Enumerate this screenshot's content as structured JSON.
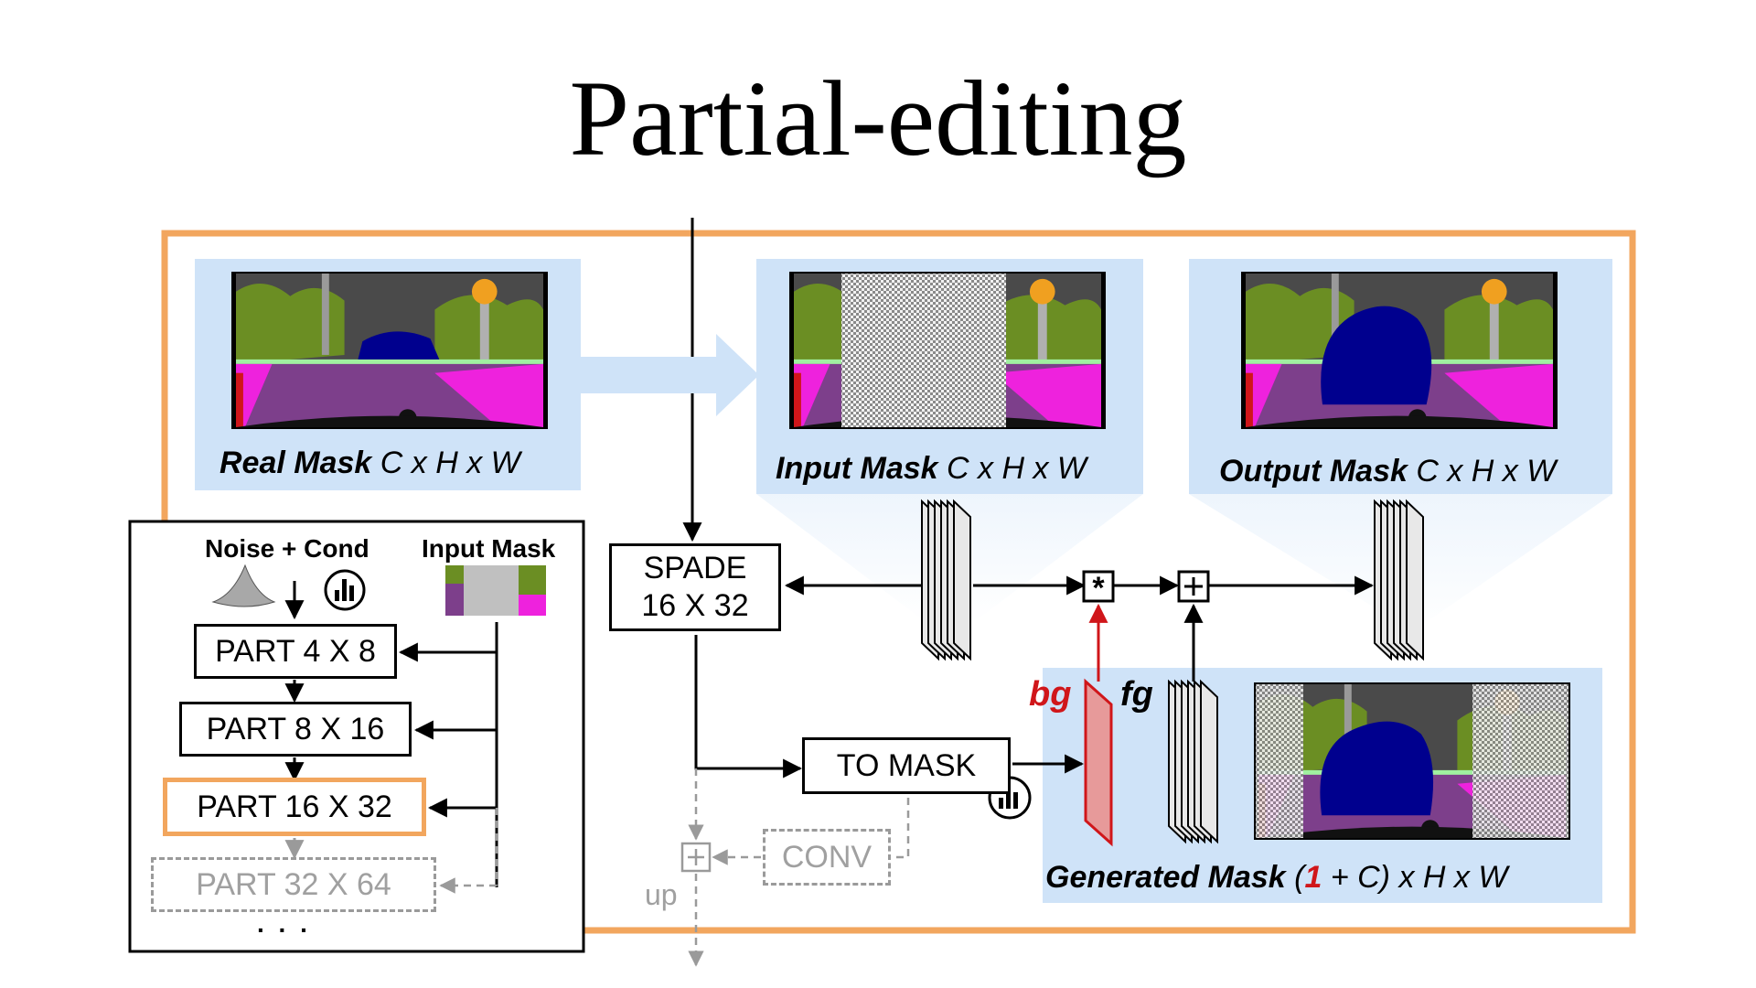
{
  "title": "Partial-editing",
  "captions": {
    "real_mask": {
      "bold": "Real Mask",
      "rest": " C x H x W"
    },
    "input_mask": {
      "bold": "Input Mask",
      "rest": " C x H x W"
    },
    "output_mask": {
      "bold": "Output Mask",
      "rest": " C x H x W"
    },
    "generated_mask": {
      "bold": "Generated Mask",
      "open": " (",
      "one": "1",
      "rest": " + C) x H x W"
    }
  },
  "blocks": {
    "spade": "SPADE\n16 X 32",
    "to_mask": "TO MASK",
    "conv": "CONV",
    "up": "up",
    "bg": "bg",
    "fg": "fg"
  },
  "inset": {
    "noise_cond": "Noise + Cond",
    "input_mask": "Input Mask",
    "parts": [
      "PART 4 X 8",
      "PART 8 X 16",
      "PART 16 X 32",
      "PART 32 X 64"
    ],
    "ellipsis": ". . ."
  },
  "colors": {
    "frame": "#f2a65e",
    "panel": "#cfe3f8",
    "bg_red": "#d0161a",
    "mask_road": "#7d3f8b",
    "mask_sidewalk": "#ee22dd",
    "mask_vegetation": "#6b8e23",
    "mask_car": "#00008e",
    "mask_sky": "#4a4a4a"
  }
}
